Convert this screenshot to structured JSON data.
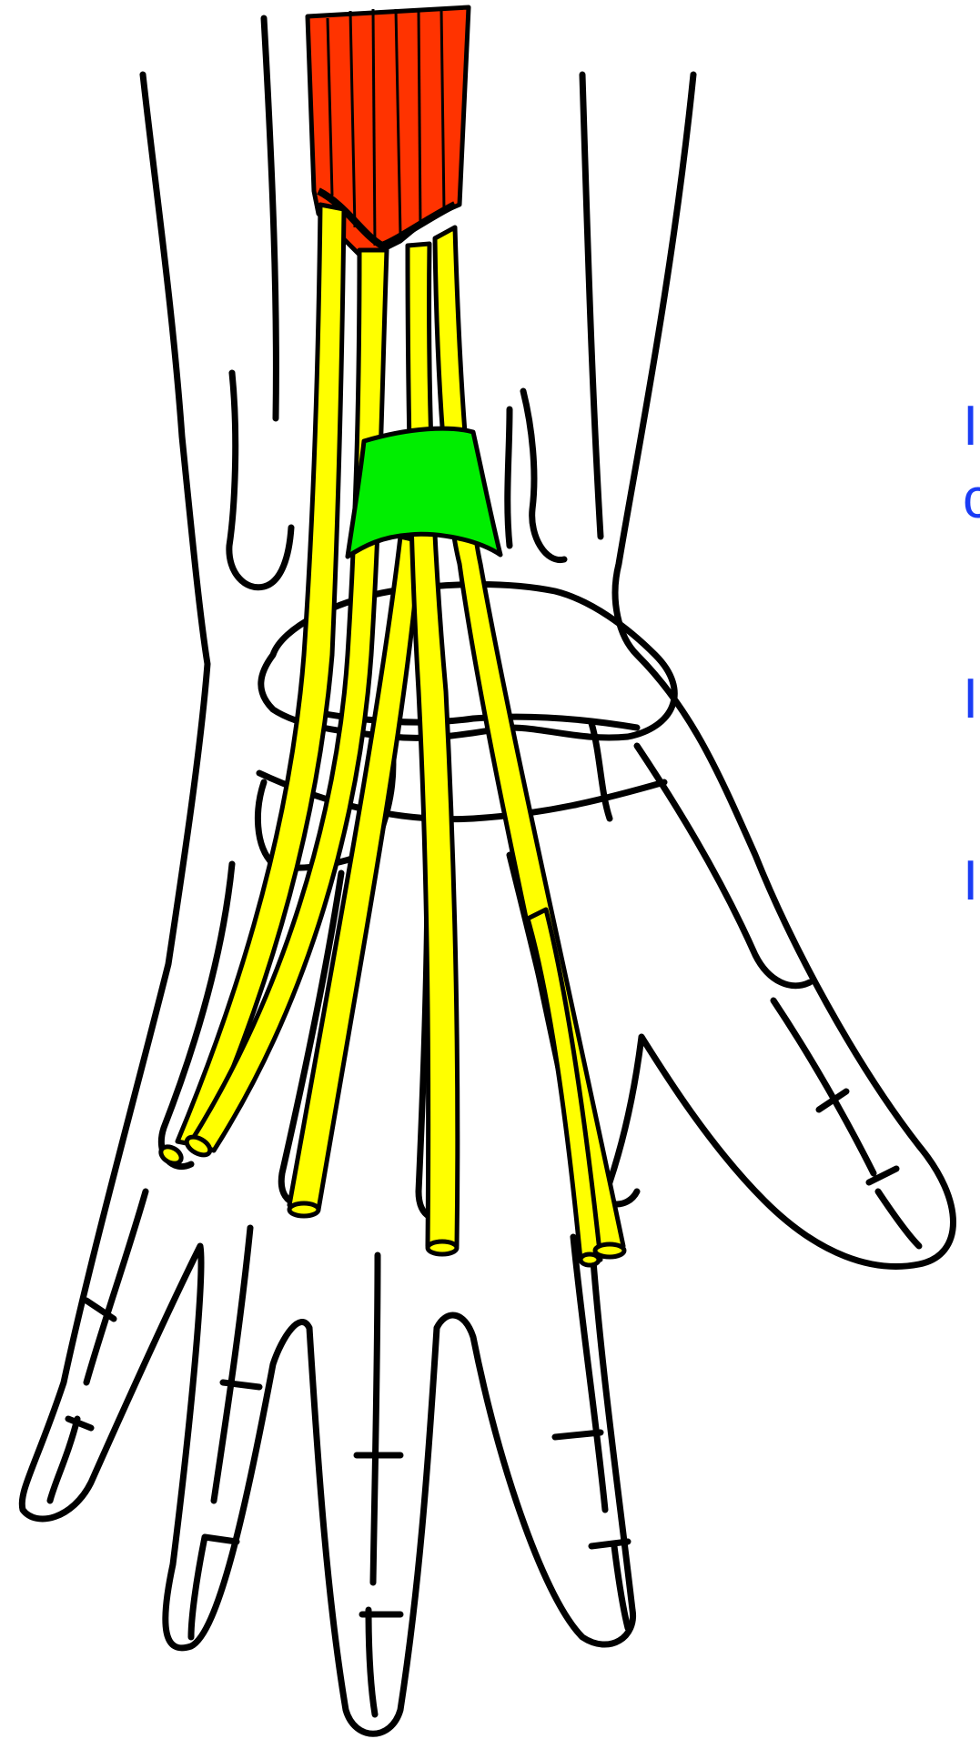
{
  "colors": {
    "background": "#ffffff",
    "outline": "#000000",
    "muscle": "#ff3300",
    "tendon": "#ffff00",
    "retinaculum": "#00ee00",
    "label_text": "#1a3cf5"
  },
  "labels": [
    {
      "text": "I"
    },
    {
      "text": "c"
    },
    {
      "text": "I"
    },
    {
      "text": "I"
    }
  ]
}
